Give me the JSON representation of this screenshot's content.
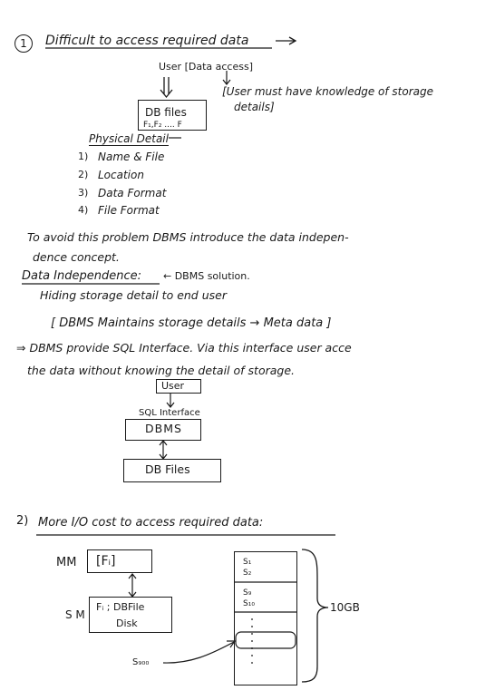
{
  "section1": {
    "number": "1",
    "title": "Difficult to access required data",
    "user_data_access": "User [Data access]",
    "user_note_line1": "[User must have knowledge of storage",
    "user_note_line2": "details]",
    "db_files_label": "DB files",
    "db_files_sub": "F₁,F₂ .... F",
    "physical_detail_heading": "Physical Detail",
    "physical_details": [
      {
        "num": "1)",
        "label": "Name & File"
      },
      {
        "num": "2)",
        "label": "Location"
      },
      {
        "num": "3)",
        "label": "Data Format"
      },
      {
        "num": "4)",
        "label": "File Format"
      }
    ],
    "avoid_line1": "To avoid this problem   DBMS introduce the data indepen-",
    "avoid_line2": "dence concept.",
    "data_independence_label": "Data Independence:",
    "data_independence_arrow_text": "← DBMS solution.",
    "hiding_line": "Hiding storage detail to end user",
    "metadata_line": "[ DBMS Maintains storage details → Meta data ]",
    "sql_line1": "⇒ DBMS provide SQL Interface. Via this interface user acce",
    "sql_line2": "the data without knowing the detail of storage.",
    "diagram_user": "User",
    "diagram_sql_interface": "SQL Interface",
    "diagram_dbms": "DBMS",
    "diagram_db_files": "DB Files"
  },
  "section2": {
    "number": "2)",
    "title": "More I/O cost to access required data:",
    "mm_label": "MM",
    "mm_box": "[Fᵢ]",
    "sm_label": "S M",
    "sm_box_line1": "Fᵢ ; DBFile",
    "sm_box_line2": "Disk",
    "pointer_label": "S₉₀₀",
    "block_labels": [
      "S₁",
      "S₂",
      "S₉",
      "S₁₀"
    ],
    "size_label": "10GB"
  }
}
